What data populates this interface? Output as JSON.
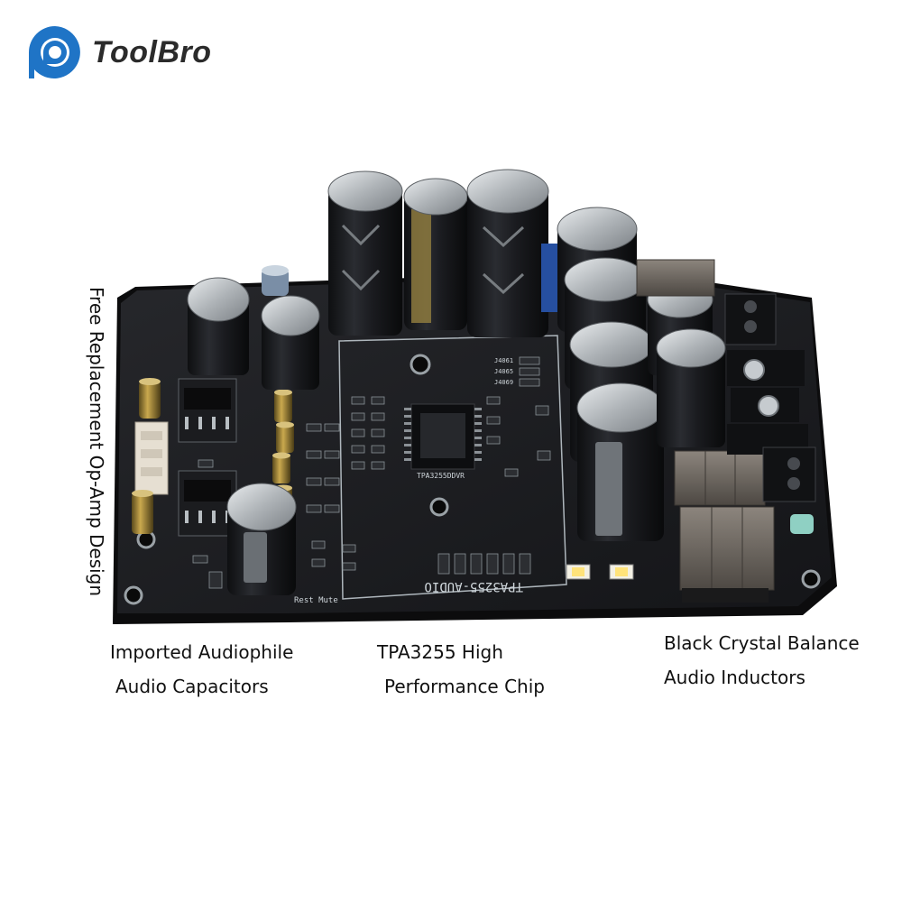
{
  "brand": {
    "name": "ToolBro",
    "logo_icon": "toolbro-logo-icon",
    "logo_color": "#1f74c6"
  },
  "captions": {
    "opamp": "Free Replacement Op-Amp Design",
    "capacitors": [
      "Imported Audiophile",
      "Audio Capacitors"
    ],
    "chip": [
      "TPA3255 High",
      "Performance Chip"
    ],
    "inductors": [
      "Black Crystal Balance",
      "Audio Inductors"
    ]
  },
  "board": {
    "silkscreen_title": "TPA3255-AUDIO",
    "chip_marking": "TPA3255DDVR",
    "jumper_labels": [
      "J4061",
      "J4065",
      "J4069"
    ],
    "mute_label": "Rest Mute",
    "colors": {
      "pcb": "#1c1d20",
      "pcb_edge": "#0c0c0d",
      "capacitor_body": "#141518",
      "capacitor_top": "#b9bec2",
      "gold_capacitor": "#b79a44",
      "inductor": "#6b655f",
      "terminal_block": "#111214",
      "header_connector": "#e6dfd2",
      "led_yellow": "#ffe37a"
    }
  }
}
